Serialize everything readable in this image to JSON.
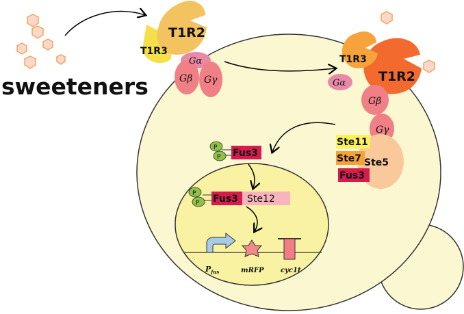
{
  "labels": {
    "sweeteners": "sweeteners",
    "receptor_left": {
      "t1r2": "T1R2",
      "t1r3": "T1R3"
    },
    "g_left": {
      "alpha": "Gα",
      "beta": "Gβ",
      "gamma": "Gγ"
    },
    "receptor_right": {
      "t1r2": "T1R2",
      "t1r3": "T1R3"
    },
    "g_right": {
      "alpha": "Gα",
      "beta": "Gβ",
      "gamma": "Gγ"
    },
    "scaffold": {
      "ste11": "Ste11",
      "ste7": "Ste7",
      "ste5": "Ste5",
      "fus3": "Fus3"
    },
    "cyto_fus3": "Fus3",
    "nuclear": {
      "fus3": "Fus3",
      "ste12": "Ste12"
    },
    "phospho": "P",
    "gene": {
      "promoter_main": "P",
      "promoter_sub": "fus",
      "reporter": "mRFP",
      "terminator": "cyc1t"
    }
  },
  "colors": {
    "cell_fill": "#fbf7d0",
    "nucleus_fill": "#f9f2a2",
    "hexagon_fill": "#fbd8c8",
    "hexagon_stroke": "#f4a460",
    "t1r2_left": "#f2c35f",
    "t1r3_left": "#f5e04a",
    "t1r2_right": "#f26a2e",
    "t1r3_right": "#f7a33b",
    "g_alpha": "#e889a8",
    "g_beta_gamma": "#f07f86",
    "ste11": "#fbf25a",
    "ste7": "#f5a23a",
    "ste5": "#f9c89b",
    "fus3": "#d61c4e",
    "ste12": "#f8b4bc",
    "phospho": "#8fc04a",
    "promoter_arrow": "#a9cbe8",
    "reporter_star": "#f28a8a",
    "terminator": "#f47c84"
  }
}
